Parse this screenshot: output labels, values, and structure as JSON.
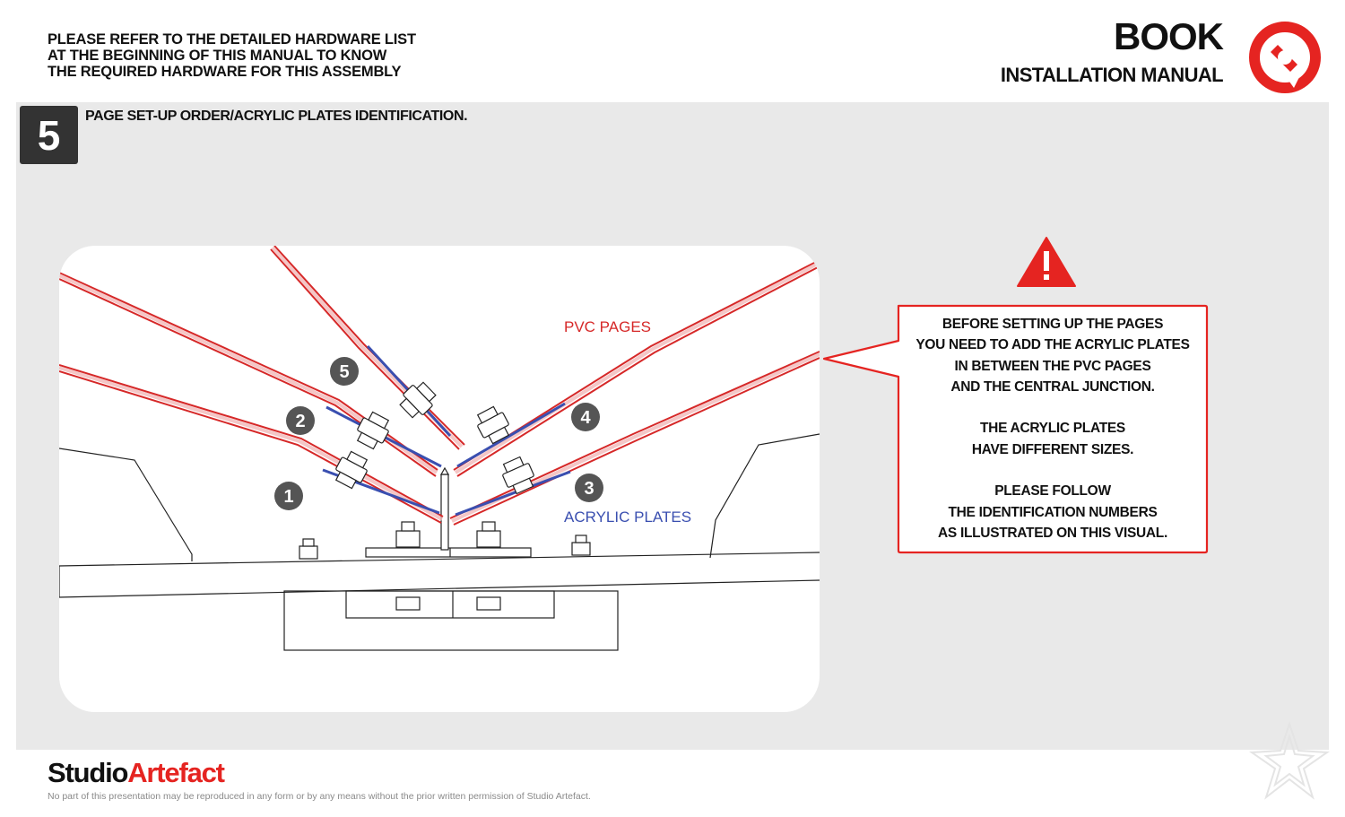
{
  "header": {
    "hardware_note": [
      "PLEASE REFER TO THE DETAILED HARDWARE LIST",
      "AT THE BEGINNING OF THIS MANUAL TO KNOW",
      "THE REQUIRED HARDWARE FOR THIS ASSEMBLY"
    ],
    "product": "BOOK",
    "manual": "INSTALLATION MANUAL",
    "logo_icon": "studio-artefact-logo-icon"
  },
  "step": {
    "number": "5",
    "title": "PAGE SET-UP ORDER/ACRYLIC PLATES IDENTIFICATION."
  },
  "diagram": {
    "label_pvc": "PVC PAGES",
    "label_acrylic": "ACRYLIC PLATES",
    "markers": [
      "1",
      "2",
      "3",
      "4",
      "5"
    ],
    "colors": {
      "pvc": "#d62828",
      "acrylic": "#3a4fb0",
      "marker": "#555555"
    }
  },
  "warning": {
    "icon": "warning-triangle-icon",
    "paragraphs": [
      [
        "BEFORE SETTING UP THE PAGES",
        "YOU NEED TO ADD THE ACRYLIC PLATES",
        "IN BETWEEN THE PVC PAGES",
        "AND THE  CENTRAL JUNCTION."
      ],
      [
        "THE ACRYLIC PLATES",
        "HAVE DIFFERENT SIZES."
      ],
      [
        "PLEASE FOLLOW",
        "THE IDENTIFICATION NUMBERS",
        "AS ILLUSTRATED ON THIS VISUAL."
      ]
    ],
    "accent": "#e52421"
  },
  "footer": {
    "brand_a": "Studio",
    "brand_b": "Artefact",
    "legal": "No part of this presentation may be reproduced in any form or by any means without the prior written permission of Studio Artefact.",
    "watermark_icon": "star-watermark-icon"
  }
}
